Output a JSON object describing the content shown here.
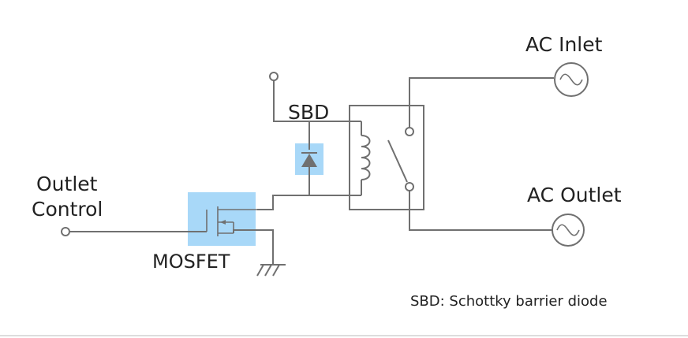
{
  "labels": {
    "ac_inlet": "AC Inlet",
    "ac_outlet": "AC Outlet",
    "outlet_control_line1": "Outlet",
    "outlet_control_line2": "Control",
    "sbd": "SBD",
    "mosfet": "MOSFET",
    "note": "SBD: Schottky barrier diode"
  },
  "colors": {
    "wire": "#707070",
    "highlight": "#a8d8f8",
    "text": "#222222"
  },
  "icons": {
    "ac_source": "ac-sine-source-icon",
    "ground": "ground-icon",
    "diode": "schottky-diode-icon",
    "transistor": "mosfet-icon",
    "coil": "relay-coil-icon",
    "switch": "relay-switch-icon"
  }
}
